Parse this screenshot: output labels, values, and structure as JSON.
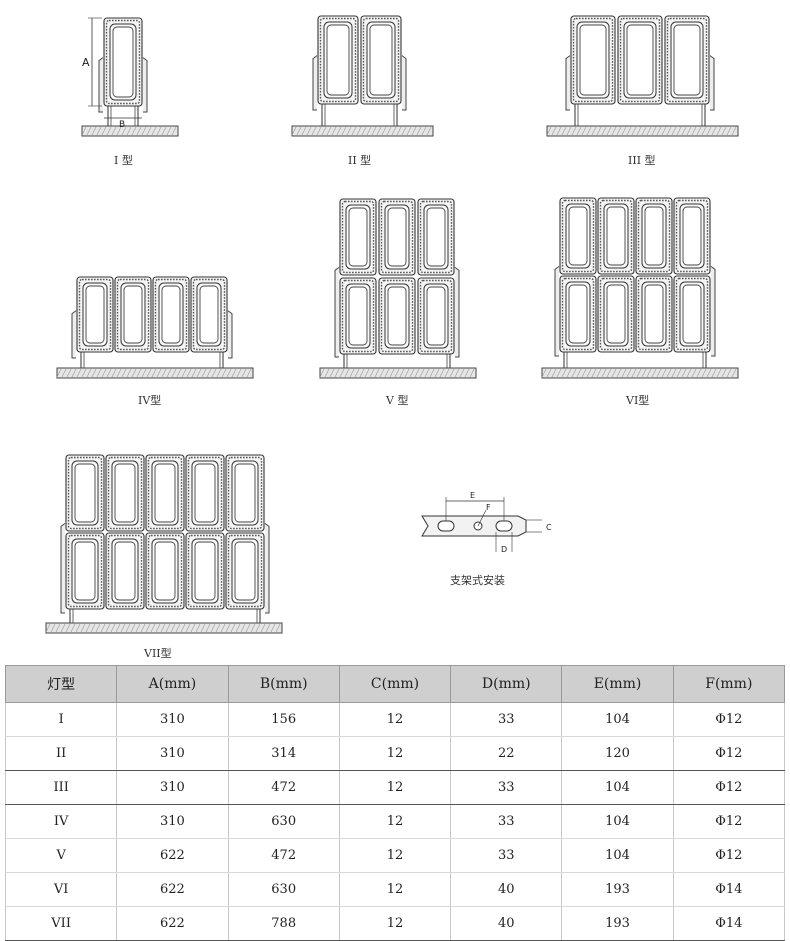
{
  "captions": {
    "type1": "I 型",
    "type2": "II 型",
    "type3": "III 型",
    "type4": "IV型",
    "type5": "V 型",
    "type6": "VI型",
    "type7": "VII型",
    "bracket": "支架式安装"
  },
  "dims": {
    "a": "A",
    "b": "B",
    "c": "C",
    "d": "D",
    "e": "E",
    "f": "F"
  },
  "table": {
    "headers": [
      "灯型",
      "A(mm)",
      "B(mm)",
      "C(mm)",
      "D(mm)",
      "E(mm)",
      "F(mm)"
    ],
    "rows": [
      [
        "I",
        "310",
        "156",
        "12",
        "33",
        "104",
        "Φ12"
      ],
      [
        "II",
        "310",
        "314",
        "12",
        "22",
        "120",
        "Φ12"
      ],
      [
        "III",
        "310",
        "472",
        "12",
        "33",
        "104",
        "Φ12"
      ],
      [
        "IV",
        "310",
        "630",
        "12",
        "33",
        "104",
        "Φ12"
      ],
      [
        "V",
        "622",
        "472",
        "12",
        "33",
        "104",
        "Φ12"
      ],
      [
        "VI",
        "622",
        "630",
        "12",
        "40",
        "193",
        "Φ14"
      ],
      [
        "VII",
        "622",
        "788",
        "12",
        "40",
        "193",
        "Φ14"
      ]
    ]
  }
}
